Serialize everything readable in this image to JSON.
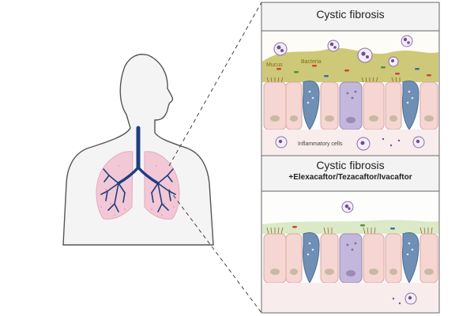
{
  "top_panel": {
    "title": "Cystic fibrosis",
    "labels": {
      "mucus": "Mucus",
      "bacteria": "Bacteria",
      "inflammatory_cells": "Inflammatory cells"
    }
  },
  "bottom_panel": {
    "title": "Cystic fibrosis",
    "subtitle": "+Elexacaftor/Tezacaftor/Ivacaftor"
  },
  "colors": {
    "body_fill": "#f4f4f4",
    "body_outline": "#555555",
    "airway": "#1f3f80",
    "lung": "#f2c8d6",
    "cell_pink": "#f6d6d2",
    "goblet_blue": "#6f8fb4",
    "goblet_purple": "#c4b7dc",
    "mucus_thick": "#c8c36a",
    "mucus_thin": "#dbe9c6"
  }
}
